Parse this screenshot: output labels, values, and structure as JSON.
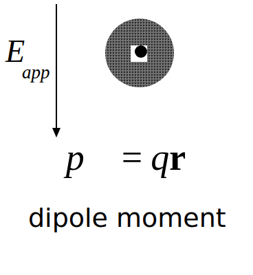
{
  "diagram": {
    "labels": [
      "E",
      "app",
      "p⃗",
      "=",
      "q",
      "r⃗",
      "dipole moment"
    ]
  }
}
